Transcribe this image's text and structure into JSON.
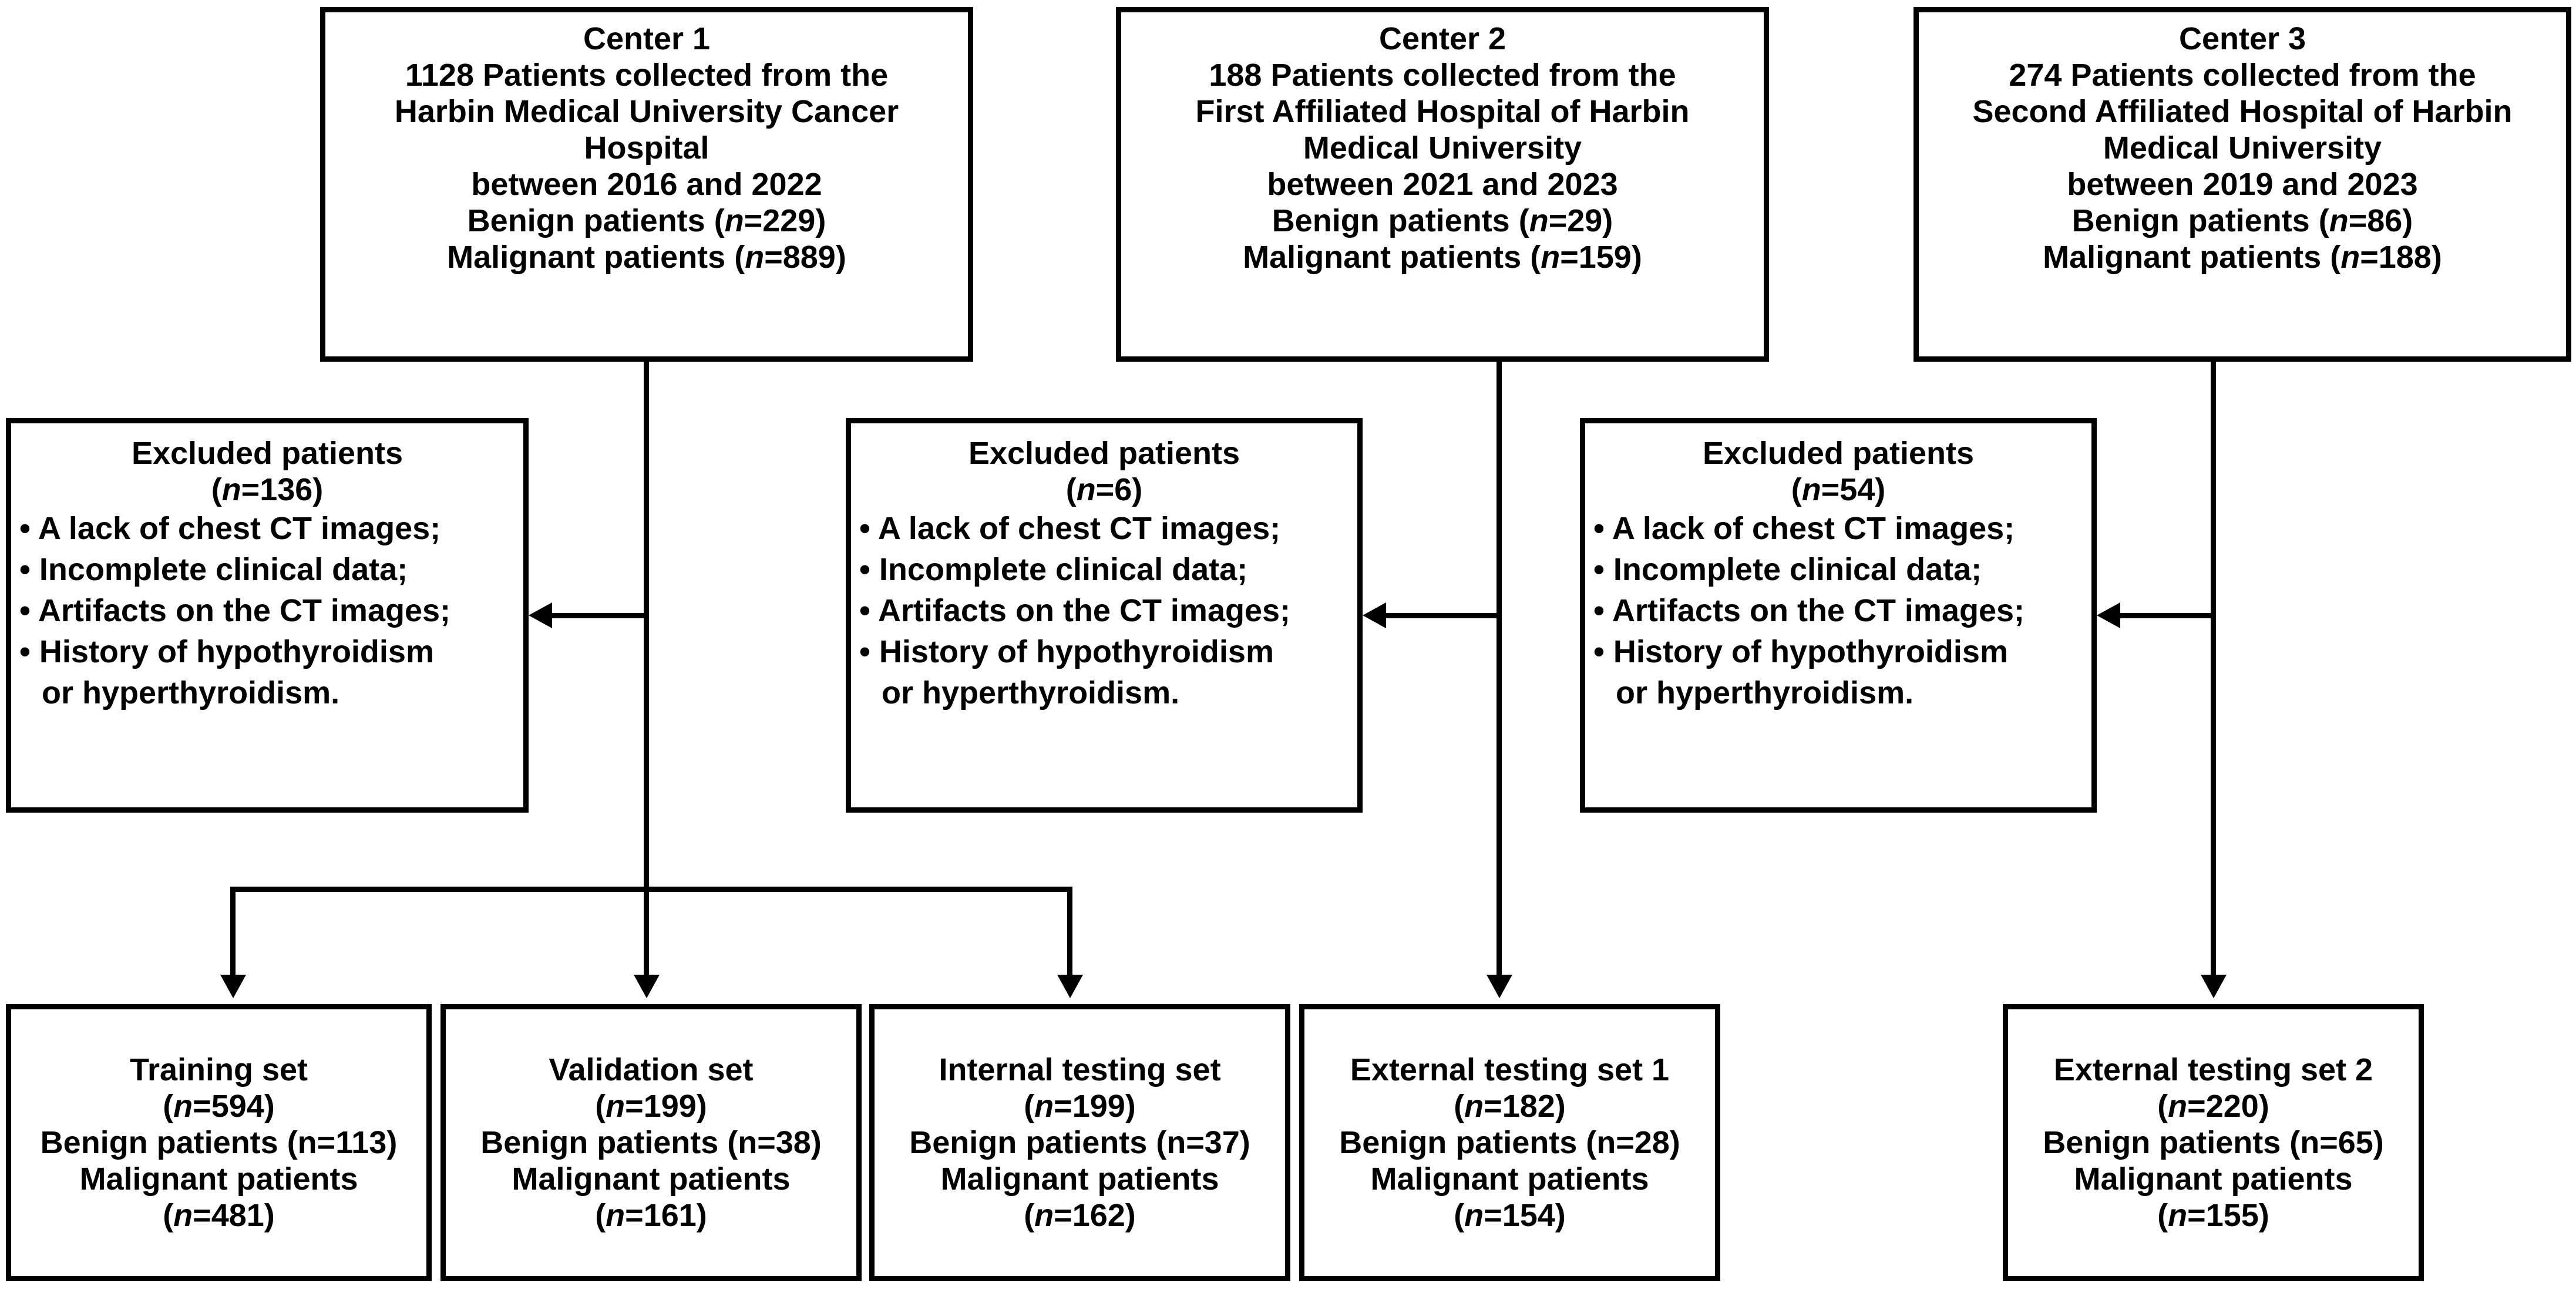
{
  "diagram": {
    "title": "Patient enrollment flowchart",
    "type": "flowchart",
    "colors": {
      "line": "#000000",
      "background": "#ffffff",
      "text": "#000000"
    }
  },
  "centers": [
    {
      "id": "center-1",
      "heading": "Center 1",
      "lines": [
        "1128 Patients collected from the",
        "Harbin Medical University Cancer",
        "Hospital",
        "between 2016 and 2022"
      ],
      "benign_label": "Benign patients (",
      "benign_n": "n",
      "benign_value": "=229)",
      "malignant_label": "Malignant patients (",
      "malignant_n": "n",
      "malignant_value": "=889)"
    },
    {
      "id": "center-2",
      "heading": "Center 2",
      "lines": [
        "188 Patients collected from the",
        "First Affiliated Hospital of Harbin",
        "Medical University",
        "between 2021 and 2023"
      ],
      "benign_label": "Benign patients (",
      "benign_n": "n",
      "benign_value": "=29)",
      "malignant_label": "Malignant patients (",
      "malignant_n": "n",
      "malignant_value": "=159)"
    },
    {
      "id": "center-3",
      "heading": "Center 3",
      "lines": [
        "274 Patients collected from the",
        "Second Affiliated Hospital of Harbin",
        "Medical University",
        "between 2019 and 2023"
      ],
      "benign_label": "Benign patients (",
      "benign_n": "n",
      "benign_value": "=86)",
      "malignant_label": "Malignant patients (",
      "malignant_n": "n",
      "malignant_value": "=188)"
    }
  ],
  "excluded": [
    {
      "id": "excluded-1",
      "heading": "Excluded patients",
      "n_open": "(",
      "n_italic": "n",
      "n_value": "=136)",
      "criteria": [
        "A lack of chest CT images;",
        "Incomplete clinical data;",
        "Artifacts on the CT images;",
        "History of hypothyroidism"
      ],
      "criteria_continuation": "or hyperthyroidism."
    },
    {
      "id": "excluded-2",
      "heading": "Excluded patients",
      "n_open": "(",
      "n_italic": "n",
      "n_value": "=6)",
      "criteria": [
        "A lack of chest CT images;",
        "Incomplete clinical data;",
        "Artifacts on the CT images;",
        "History of hypothyroidism"
      ],
      "criteria_continuation": "or hyperthyroidism."
    },
    {
      "id": "excluded-3",
      "heading": "Excluded patients",
      "n_open": "(",
      "n_italic": "n",
      "n_value": "=54)",
      "criteria": [
        "A lack of chest CT images;",
        "Incomplete clinical data;",
        "Artifacts on the CT images;",
        "History of hypothyroidism"
      ],
      "criteria_continuation": "or hyperthyroidism."
    }
  ],
  "datasets": [
    {
      "id": "training-set",
      "heading": "Training set",
      "n_open": "(",
      "n_italic": "n",
      "n_value": "=594)",
      "benign": "Benign patients (n=113)",
      "malignant_label": "Malignant patients",
      "malignant_open": "(",
      "malignant_n": "n",
      "malignant_value": "=481)"
    },
    {
      "id": "validation-set",
      "heading": "Validation set",
      "n_open": "(",
      "n_italic": "n",
      "n_value": "=199)",
      "benign": "Benign patients (n=38)",
      "malignant_label": "Malignant patients",
      "malignant_open": "(",
      "malignant_n": "n",
      "malignant_value": "=161)"
    },
    {
      "id": "internal-testing-set",
      "heading": "Internal testing set",
      "n_open": "(",
      "n_italic": "n",
      "n_value": "=199)",
      "benign": "Benign patients (n=37)",
      "malignant_label": "Malignant patients",
      "malignant_open": "(",
      "malignant_n": "n",
      "malignant_value": "=162)"
    },
    {
      "id": "external-testing-set-1",
      "heading": "External testing set 1",
      "n_open": "(",
      "n_italic": "n",
      "n_value": "=182)",
      "benign": "Benign patients (n=28)",
      "malignant_label": "Malignant patients",
      "malignant_open": "(",
      "malignant_n": "n",
      "malignant_value": "=154)"
    },
    {
      "id": "external-testing-set-2",
      "heading": "External testing set 2",
      "n_open": "(",
      "n_italic": "n",
      "n_value": "=220)",
      "benign": "Benign patients (n=65)",
      "malignant_label": "Malignant patients",
      "malignant_open": "(",
      "malignant_n": "n",
      "malignant_value": "=155)"
    }
  ],
  "bullet_glyph": "•"
}
